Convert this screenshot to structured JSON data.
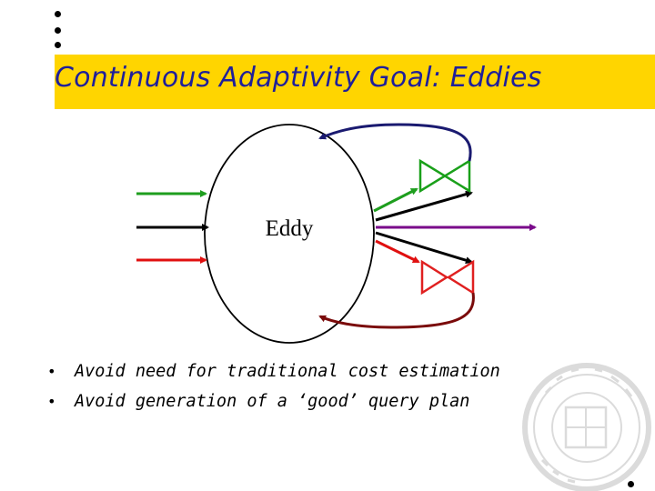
{
  "slide": {
    "title": "Continuous Adaptivity Goal: Eddies",
    "eddy_label": "Eddy",
    "bullets": [
      "Avoid need for traditional cost estimation",
      "Avoid generation of a ‘good’ query plan"
    ],
    "bullet_mark": "•"
  },
  "colors": {
    "title_bar": "#ffd500",
    "title_text": "#1f1f9a",
    "input_green": "#1e9e1e",
    "input_black": "#000000",
    "input_red": "#e01010",
    "output_purple": "#7a0a8a",
    "loop_navy": "#1a1a70",
    "loop_darkred": "#7a0a0a",
    "operator_green": "#1aa01a",
    "operator_red": "#e02020"
  },
  "icons": {
    "operator_top": "bowtie-operator-icon",
    "operator_bottom": "bowtie-operator-icon",
    "seal": "university-seal-watermark"
  }
}
